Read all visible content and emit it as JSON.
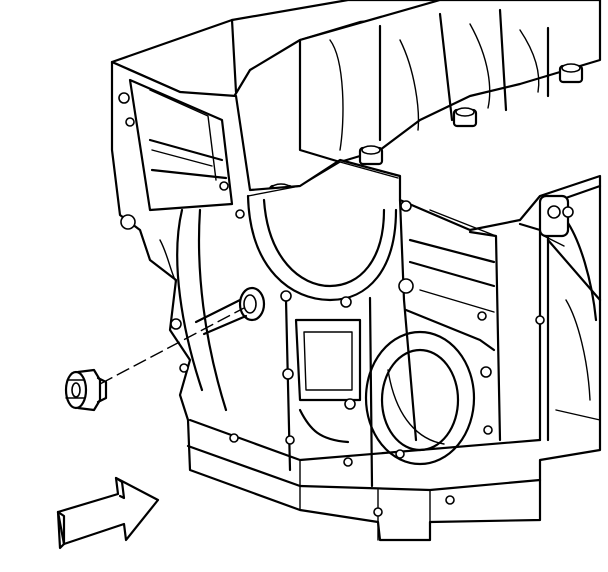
{
  "figure": {
    "subject": "engine-block-oil-gallery-plug",
    "parts": [
      "engine-block",
      "oil-gallery-plug",
      "direction-arrow"
    ],
    "line_color": "#000000",
    "background_color": "#ffffff"
  }
}
